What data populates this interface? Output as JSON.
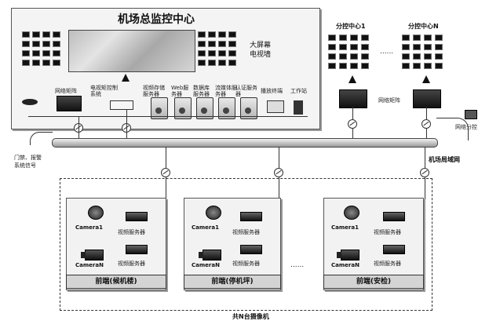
{
  "center": {
    "title": "机场总监控中心",
    "video_wall_label": [
      "大屏幕",
      "电视墙"
    ],
    "devices": {
      "network_switch": "网络矩阵",
      "tv_matrix": "电视矩控制系统",
      "video_storage": "视频存储服务器",
      "web": "Web服务器",
      "db": "数据库服务器",
      "streaming": "流媒体服务器",
      "auth": "认证服务器",
      "client": "播放终端",
      "workstation": "工作站",
      "access_alarm": "门禁、报警系统信号"
    }
  },
  "branches": {
    "branch1": "分控中心1",
    "ellipsis": "......",
    "branchN": "分控中心N",
    "network_matrix": "网络矩阵",
    "network_branch": "网络分控"
  },
  "backbone": {
    "label": "机场局域网"
  },
  "frontends": [
    {
      "name": "前端(候机楼)",
      "camera1": "Camera1",
      "cameraN": "CameraN",
      "server1": "视频服务器",
      "server2": "视频服务器"
    },
    {
      "name": "前端(停机坪)",
      "camera1": "Camera1",
      "cameraN": "CameraN",
      "server1": "视频服务器",
      "server2": "视频服务器"
    },
    {
      "name": "前端(安检)",
      "camera1": "Camera1",
      "cameraN": "CameraN",
      "server1": "视频服务器",
      "server2": "视频服务器"
    }
  ],
  "middle_ellipsis": "......",
  "footer": "共N台摄像机"
}
